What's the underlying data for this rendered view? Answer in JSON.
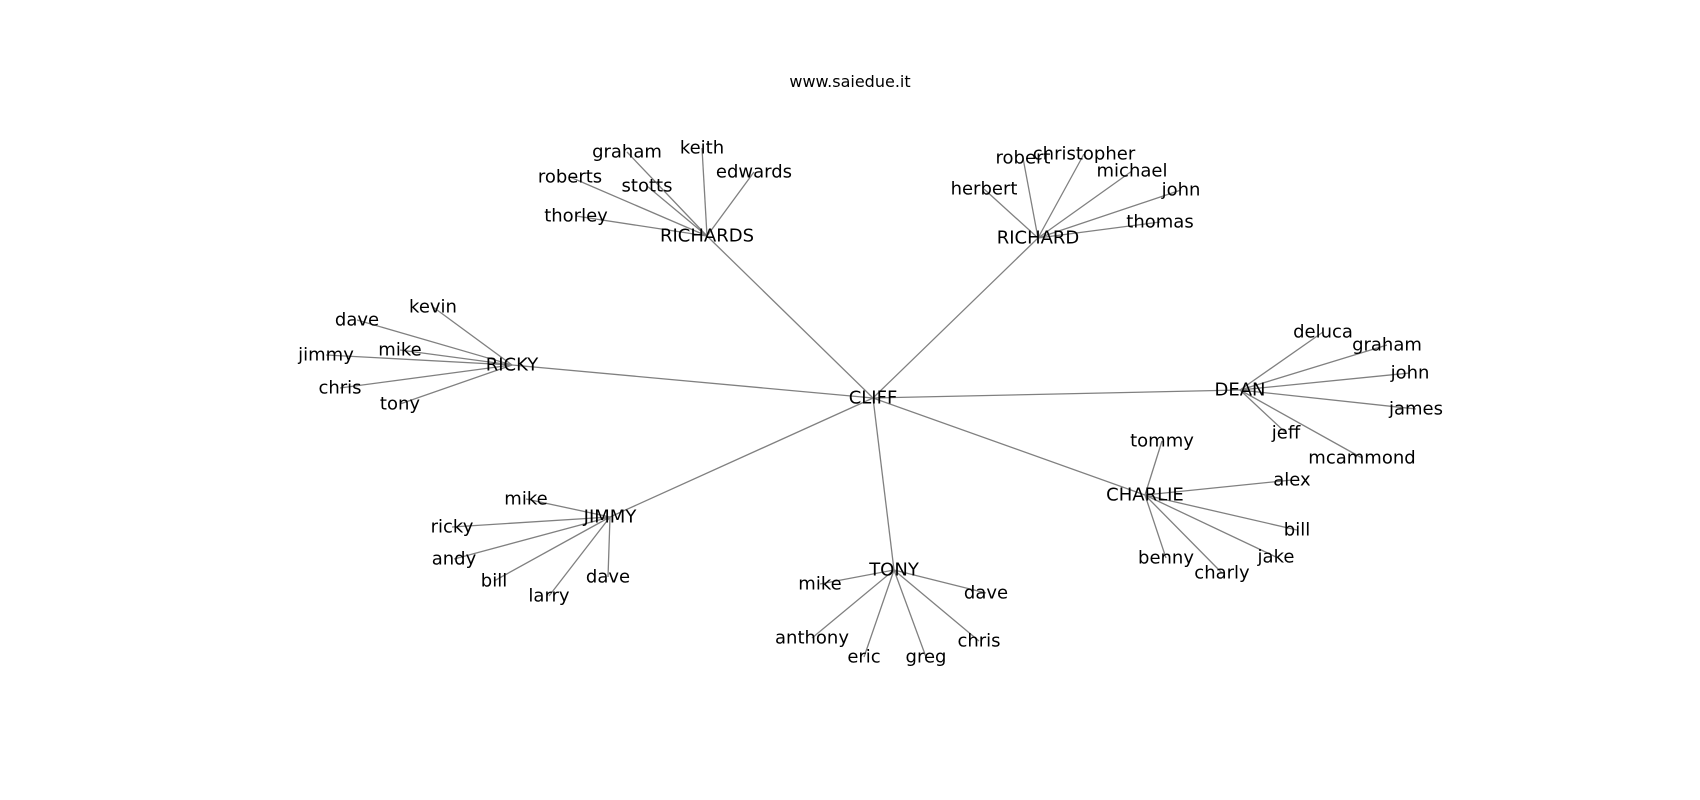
{
  "title": "www.saiedue.it",
  "graph": {
    "edge_color": "#808080",
    "text_color": "#000000",
    "root": "CLIFF",
    "nodes": [
      {
        "id": "CLIFF",
        "label": "CLIFF"
      },
      {
        "id": "RICHARDS",
        "label": "RICHARDS"
      },
      {
        "id": "RICHARD",
        "label": "RICHARD"
      },
      {
        "id": "RICKY",
        "label": "RICKY"
      },
      {
        "id": "DEAN",
        "label": "DEAN"
      },
      {
        "id": "CHARLIE",
        "label": "CHARLIE"
      },
      {
        "id": "TONY",
        "label": "TONY"
      },
      {
        "id": "JIMMY",
        "label": "JIMMY"
      },
      {
        "id": "richards-graham",
        "label": "graham"
      },
      {
        "id": "richards-keith",
        "label": "keith"
      },
      {
        "id": "richards-roberts",
        "label": "roberts"
      },
      {
        "id": "richards-stotts",
        "label": "stotts"
      },
      {
        "id": "richards-edwards",
        "label": "edwards"
      },
      {
        "id": "richards-thorley",
        "label": "thorley"
      },
      {
        "id": "richard-robert",
        "label": "robert"
      },
      {
        "id": "richard-christopher",
        "label": "christopher"
      },
      {
        "id": "richard-herbert",
        "label": "herbert"
      },
      {
        "id": "richard-michael",
        "label": "michael"
      },
      {
        "id": "richard-john",
        "label": "john"
      },
      {
        "id": "richard-thomas",
        "label": "thomas"
      },
      {
        "id": "ricky-kevin",
        "label": "kevin"
      },
      {
        "id": "ricky-dave",
        "label": "dave"
      },
      {
        "id": "ricky-mike",
        "label": "mike"
      },
      {
        "id": "ricky-jimmy",
        "label": "jimmy"
      },
      {
        "id": "ricky-chris",
        "label": "chris"
      },
      {
        "id": "ricky-tony",
        "label": "tony"
      },
      {
        "id": "dean-deluca",
        "label": "deluca"
      },
      {
        "id": "dean-graham",
        "label": "graham"
      },
      {
        "id": "dean-john",
        "label": "john"
      },
      {
        "id": "dean-james",
        "label": "james"
      },
      {
        "id": "dean-jeff",
        "label": "jeff"
      },
      {
        "id": "dean-mcammond",
        "label": "mcammond"
      },
      {
        "id": "charlie-tommy",
        "label": "tommy"
      },
      {
        "id": "charlie-alex",
        "label": "alex"
      },
      {
        "id": "charlie-bill",
        "label": "bill"
      },
      {
        "id": "charlie-jake",
        "label": "jake"
      },
      {
        "id": "charlie-charly",
        "label": "charly"
      },
      {
        "id": "charlie-benny",
        "label": "benny"
      },
      {
        "id": "tony-mike",
        "label": "mike"
      },
      {
        "id": "tony-dave",
        "label": "dave"
      },
      {
        "id": "tony-anthony",
        "label": "anthony"
      },
      {
        "id": "tony-eric",
        "label": "eric"
      },
      {
        "id": "tony-greg",
        "label": "greg"
      },
      {
        "id": "tony-chris",
        "label": "chris"
      },
      {
        "id": "jimmy-mike",
        "label": "mike"
      },
      {
        "id": "jimmy-ricky",
        "label": "ricky"
      },
      {
        "id": "jimmy-andy",
        "label": "andy"
      },
      {
        "id": "jimmy-bill",
        "label": "bill"
      },
      {
        "id": "jimmy-larry",
        "label": "larry"
      },
      {
        "id": "jimmy-dave",
        "label": "dave"
      }
    ],
    "edges": [
      [
        "CLIFF",
        "RICHARDS"
      ],
      [
        "CLIFF",
        "RICHARD"
      ],
      [
        "CLIFF",
        "RICKY"
      ],
      [
        "CLIFF",
        "DEAN"
      ],
      [
        "CLIFF",
        "CHARLIE"
      ],
      [
        "CLIFF",
        "TONY"
      ],
      [
        "CLIFF",
        "JIMMY"
      ],
      [
        "RICHARDS",
        "richards-graham"
      ],
      [
        "RICHARDS",
        "richards-keith"
      ],
      [
        "RICHARDS",
        "richards-roberts"
      ],
      [
        "RICHARDS",
        "richards-stotts"
      ],
      [
        "RICHARDS",
        "richards-edwards"
      ],
      [
        "RICHARDS",
        "richards-thorley"
      ],
      [
        "RICHARD",
        "richard-robert"
      ],
      [
        "RICHARD",
        "richard-christopher"
      ],
      [
        "RICHARD",
        "richard-herbert"
      ],
      [
        "RICHARD",
        "richard-michael"
      ],
      [
        "RICHARD",
        "richard-john"
      ],
      [
        "RICHARD",
        "richard-thomas"
      ],
      [
        "RICKY",
        "ricky-kevin"
      ],
      [
        "RICKY",
        "ricky-dave"
      ],
      [
        "RICKY",
        "ricky-mike"
      ],
      [
        "RICKY",
        "ricky-jimmy"
      ],
      [
        "RICKY",
        "ricky-chris"
      ],
      [
        "RICKY",
        "ricky-tony"
      ],
      [
        "DEAN",
        "dean-deluca"
      ],
      [
        "DEAN",
        "dean-graham"
      ],
      [
        "DEAN",
        "dean-john"
      ],
      [
        "DEAN",
        "dean-james"
      ],
      [
        "DEAN",
        "dean-jeff"
      ],
      [
        "DEAN",
        "dean-mcammond"
      ],
      [
        "CHARLIE",
        "charlie-tommy"
      ],
      [
        "CHARLIE",
        "charlie-alex"
      ],
      [
        "CHARLIE",
        "charlie-bill"
      ],
      [
        "CHARLIE",
        "charlie-jake"
      ],
      [
        "CHARLIE",
        "charlie-charly"
      ],
      [
        "CHARLIE",
        "charlie-benny"
      ],
      [
        "TONY",
        "tony-mike"
      ],
      [
        "TONY",
        "tony-dave"
      ],
      [
        "TONY",
        "tony-anthony"
      ],
      [
        "TONY",
        "tony-eric"
      ],
      [
        "TONY",
        "tony-greg"
      ],
      [
        "TONY",
        "tony-chris"
      ],
      [
        "JIMMY",
        "jimmy-mike"
      ],
      [
        "JIMMY",
        "jimmy-ricky"
      ],
      [
        "JIMMY",
        "jimmy-andy"
      ],
      [
        "JIMMY",
        "jimmy-bill"
      ],
      [
        "JIMMY",
        "jimmy-larry"
      ],
      [
        "JIMMY",
        "jimmy-dave"
      ]
    ]
  }
}
